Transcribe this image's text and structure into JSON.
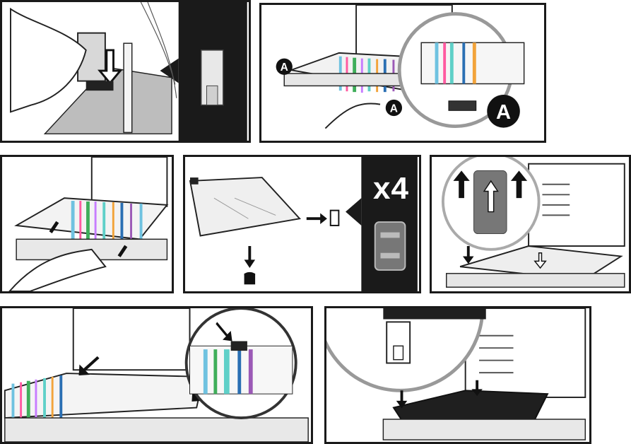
{
  "steps": [
    {
      "id": "step-1",
      "description_icon": "hinge-clip-lock"
    },
    {
      "id": "step-2",
      "callout": "A",
      "description_icon": "remove-door-glass"
    },
    {
      "id": "step-3",
      "description_icon": "lift-glass-panel"
    },
    {
      "id": "step-4",
      "multiplier": "x4",
      "description_icon": "glass-support-clip"
    },
    {
      "id": "step-5",
      "description_icon": "install-clips"
    },
    {
      "id": "step-6",
      "description_icon": "insert-glass"
    },
    {
      "id": "step-7",
      "description_icon": "lower-glass-into-frame"
    }
  ],
  "colors": {
    "outline": "#1a1a1a",
    "dark_panel": "#1a1a1a",
    "stripe_palette": [
      "#6fc2e0",
      "#ff5aa0",
      "#3fae5a",
      "#c77dff",
      "#5fd0c8",
      "#f2a33a",
      "#2a6fb3",
      "#9b59b6"
    ]
  }
}
